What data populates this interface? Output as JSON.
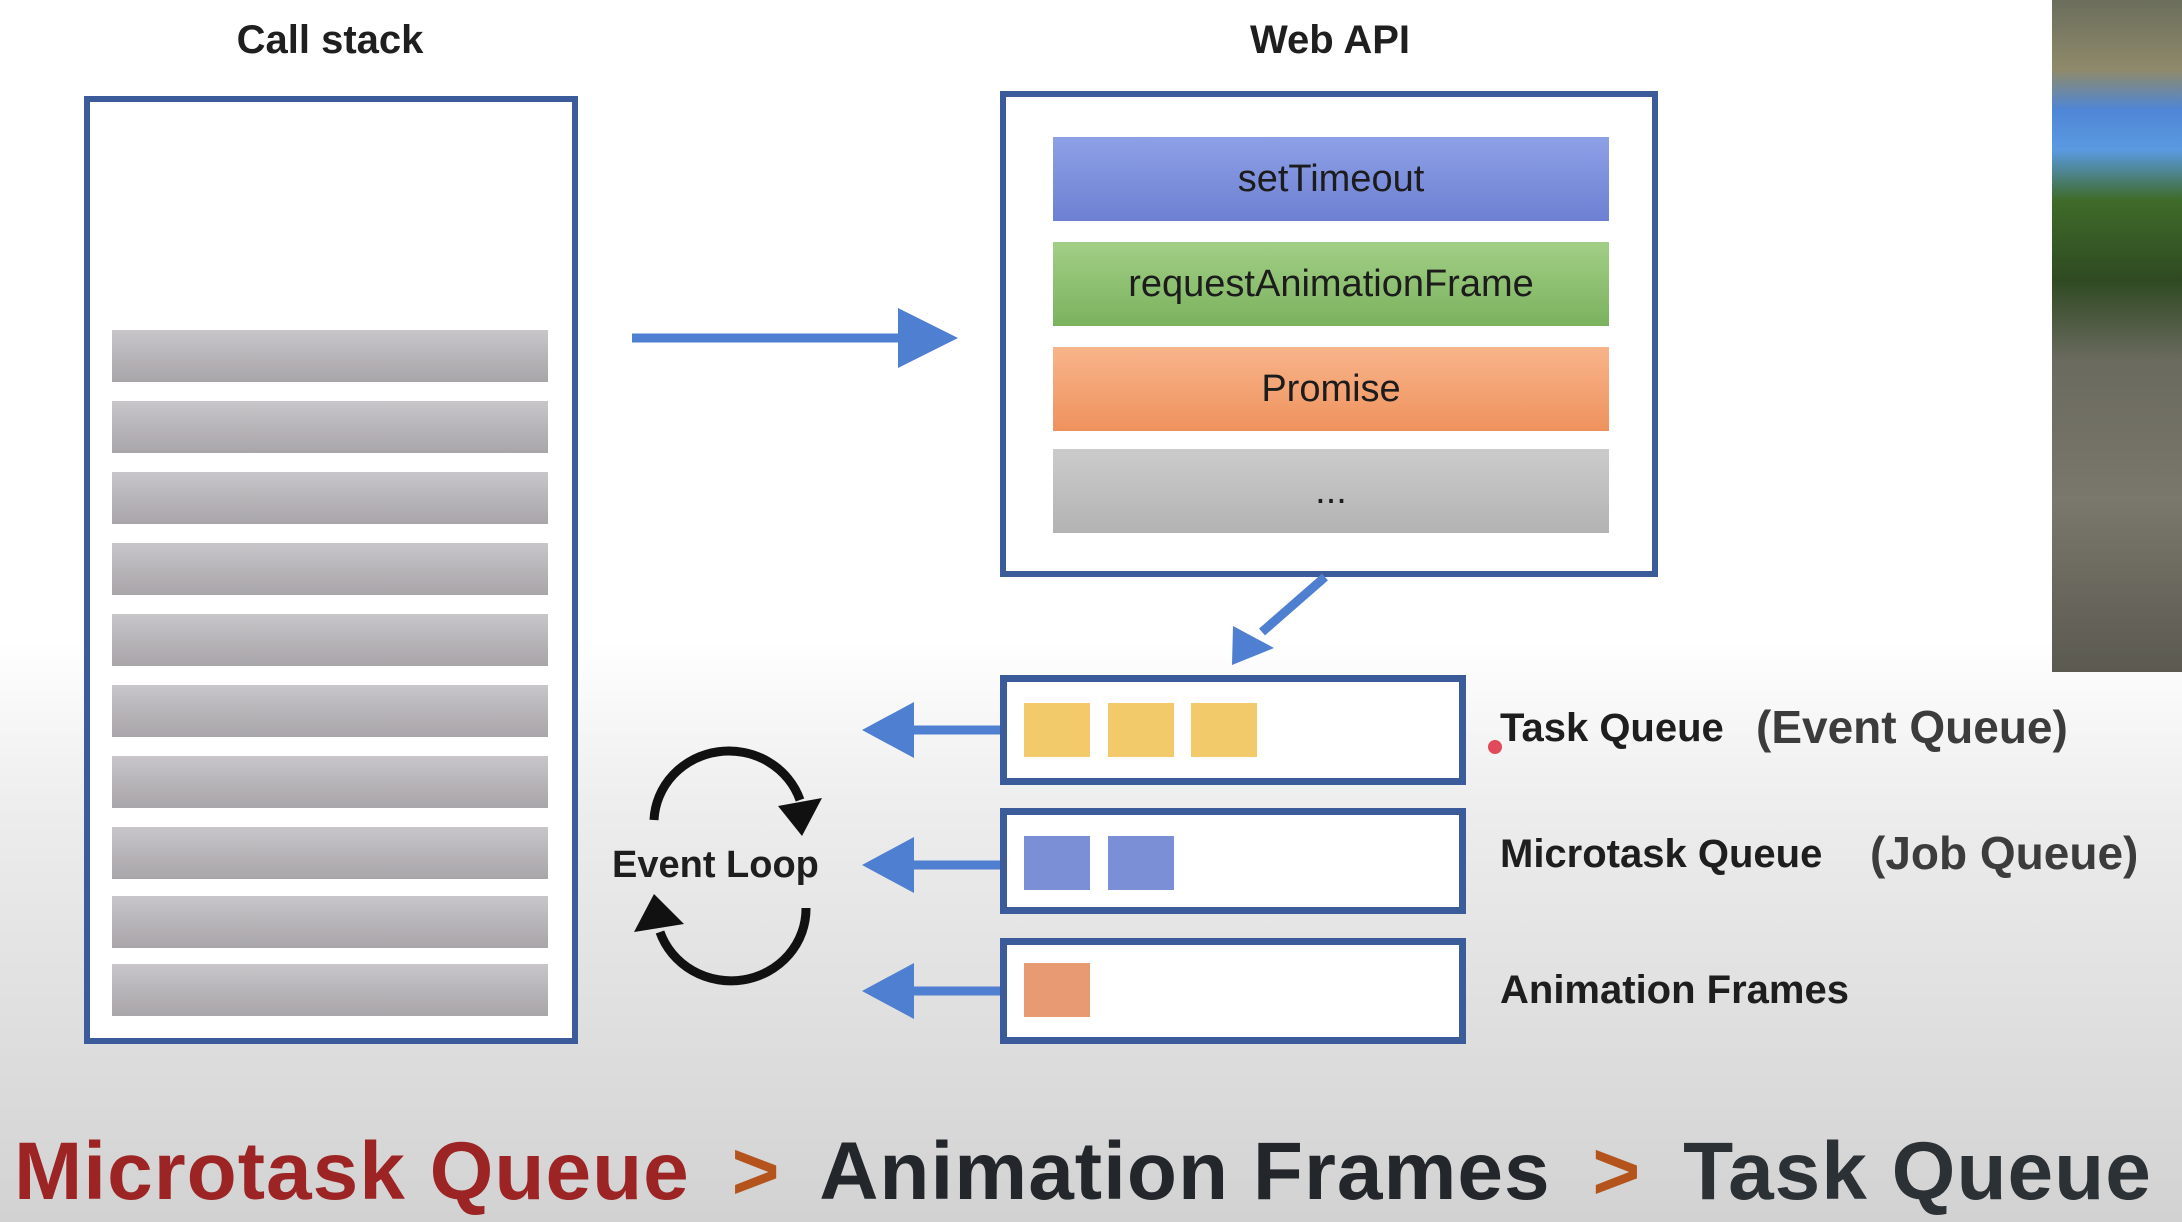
{
  "call_stack": {
    "title": "Call stack",
    "frame_count": 10
  },
  "web_api": {
    "title": "Web API",
    "items": [
      {
        "label": "setTimeout",
        "color": "#7b8fdc"
      },
      {
        "label": "requestAnimationFrame",
        "color": "#8fc070"
      },
      {
        "label": "Promise",
        "color": "#f4a171"
      },
      {
        "label": "...",
        "color": "#bcbcbc"
      }
    ]
  },
  "event_loop": {
    "label": "Event Loop"
  },
  "queues": [
    {
      "label": "Task Queue",
      "alias": "(Event Queue)",
      "item_count": 3,
      "item_color": "#f2ca6a"
    },
    {
      "label": "Microtask Queue",
      "alias": "(Job Queue)",
      "item_count": 2,
      "item_color": "#7b8fd6"
    },
    {
      "label": "Animation Frames",
      "alias": "",
      "item_count": 1,
      "item_color": "#e89a72"
    }
  ],
  "priority_line": {
    "first": "Microtask Queue",
    "second": "Animation Frames",
    "third": "Task Queue",
    "separator": ">"
  },
  "colors": {
    "accent_blue": "#4f7fd0",
    "frame_blue": "#3b5b9a",
    "priority_red": "#9d2424",
    "priority_dark": "#23262b",
    "separator_orange": "#b5531d"
  }
}
